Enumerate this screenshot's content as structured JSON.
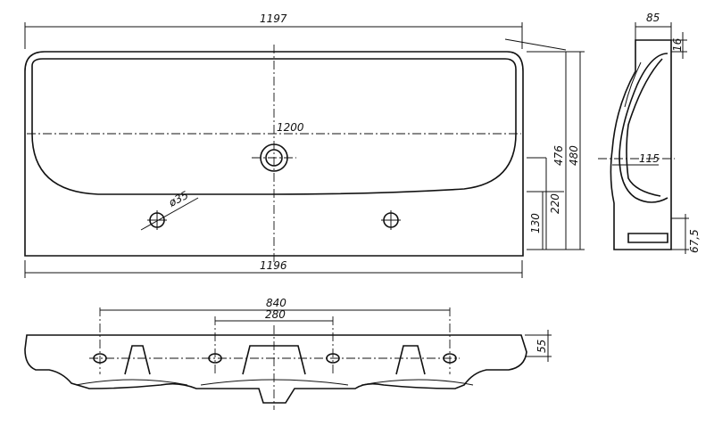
{
  "dimensions": {
    "top_width": "1197",
    "inner_width": "1200",
    "bottom_width": "1196",
    "hole_diameter": "ø35",
    "height_130": "130",
    "height_220": "220",
    "height_476": "476",
    "height_480": "480",
    "side_depth": "85",
    "side_16": "16",
    "side_115": "115",
    "side_675": "67,5",
    "front_840": "840",
    "front_280": "280",
    "front_55": "55"
  }
}
